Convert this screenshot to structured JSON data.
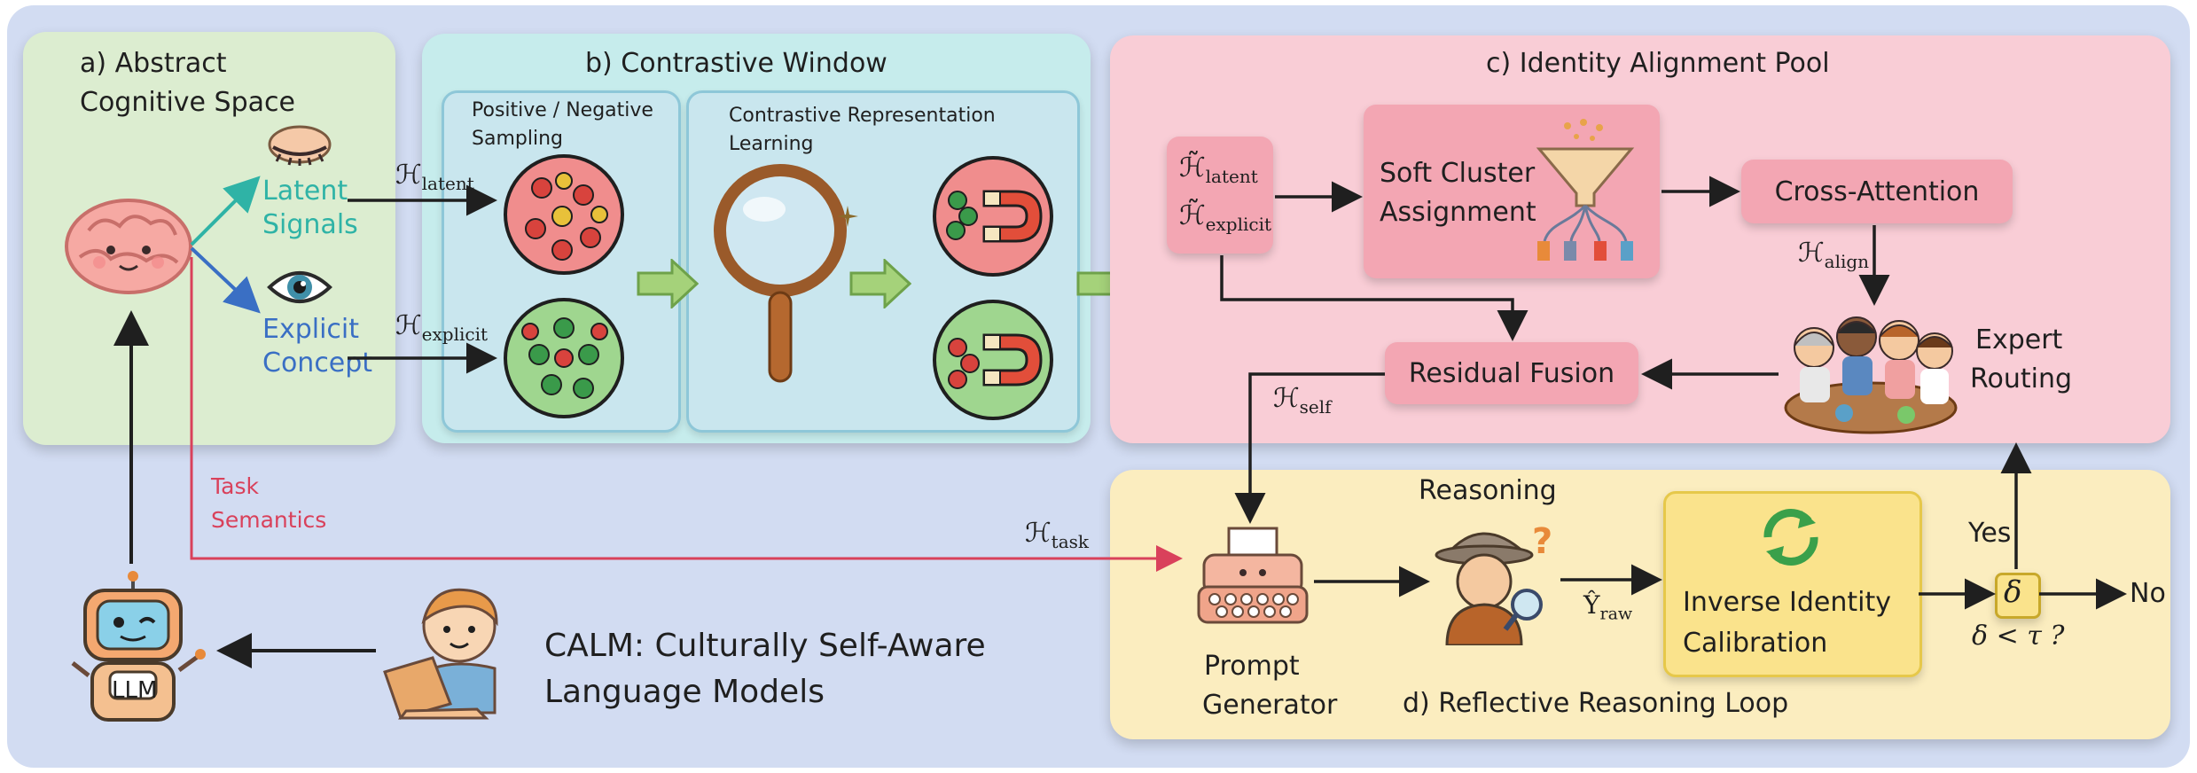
{
  "panels": {
    "a_title_line1": "a) Abstract",
    "a_title_line2": "Cognitive Space",
    "b_title": "b) Contrastive Window",
    "b_sub1_line1": "Positive / Negative",
    "b_sub1_line2": "Sampling",
    "b_sub2_line1": "Contrastive Representation",
    "b_sub2_line2": "Learning",
    "c_title": "c) Identity Alignment Pool",
    "d_title": "d) Reflective Reasoning Loop"
  },
  "panel_a": {
    "latent_line1": "Latent",
    "latent_line2": "Signals",
    "explicit_line1": "Explicit",
    "explicit_line2": "Concept",
    "task_line1": "Task",
    "task_line2": "Semantics"
  },
  "symbols": {
    "h_latent": "ℋ",
    "h_latent_sub": "latent",
    "h_explicit": "ℋ",
    "h_explicit_sub": "explicit",
    "ht_latent": "ℋ̃",
    "ht_latent_sub": "latent",
    "ht_explicit": "ℋ̃",
    "ht_explicit_sub": "explicit",
    "h_align": "ℋ",
    "h_align_sub": "align",
    "h_self": "ℋ",
    "h_self_sub": "self",
    "h_task": "ℋ",
    "h_task_sub": "task",
    "y_raw": "Ŷ",
    "y_raw_sub": "raw",
    "delta": "δ",
    "condition": "δ < τ ?"
  },
  "boxes": {
    "soft_cluster_line1": "Soft Cluster",
    "soft_cluster_line2": "Assignment",
    "cross_attention": "Cross-Attention",
    "residual_fusion": "Residual Fusion",
    "expert_line1": "Expert",
    "expert_line2": "Routing",
    "inverse_line1": "Inverse Identity",
    "inverse_line2": "Calibration",
    "reasoning": "Reasoning",
    "prompt_line1": "Prompt",
    "prompt_line2": "Generator",
    "yes": "Yes",
    "no": "No"
  },
  "bottom": {
    "llm": "LLM",
    "calm_line1": "CALM: Culturally Self-Aware",
    "calm_line2": "Language Models"
  },
  "colors": {
    "background": "#d2dcf2",
    "panel_a": "#dcedd0",
    "panel_b": "#c6ecec",
    "panel_c": "#f9cdd6",
    "panel_d": "#fbedbf",
    "box_pink": "#f3a6b3",
    "box_yellow": "#fae38c",
    "latent_teal": "#2fb3a6",
    "explicit_blue": "#3a6fc4",
    "task_red": "#d9415b",
    "arrow_green": "#a5d27a"
  }
}
